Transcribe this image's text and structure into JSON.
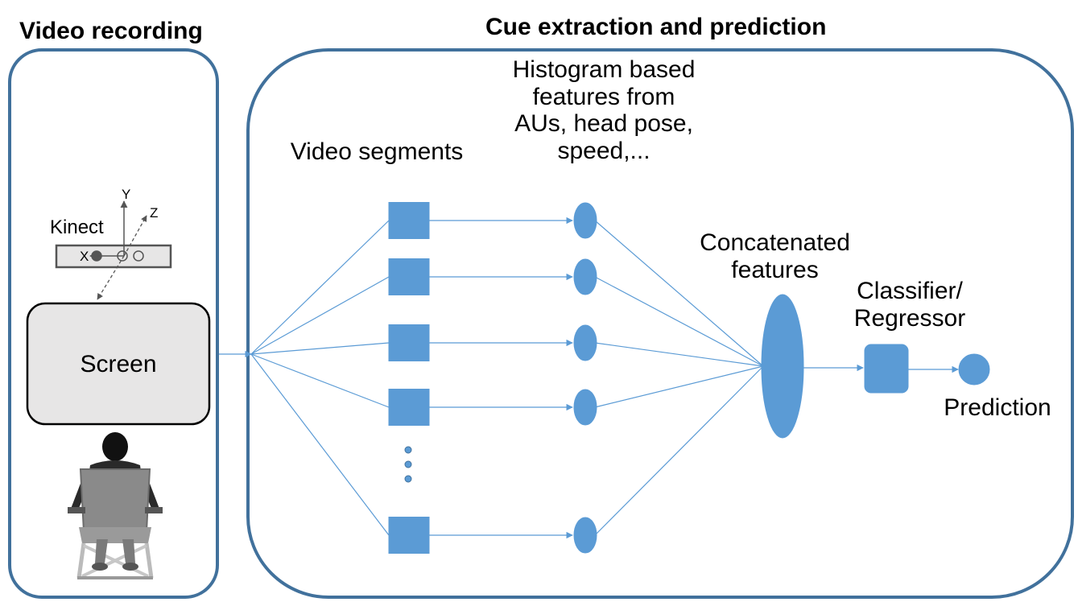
{
  "titles": {
    "left": "Video recording",
    "right": "Cue extraction and prediction"
  },
  "recording": {
    "sensor_label": "Kinect",
    "axes": {
      "y": "Y",
      "z": "Z",
      "x": "X"
    },
    "screen_label": "Screen"
  },
  "pipeline": {
    "segments_label": "Video segments",
    "features_label_lines": [
      "Histogram based",
      "features from",
      "AUs, head pose,",
      "speed,..."
    ],
    "concat_label_lines": [
      "Concatenated",
      "features"
    ],
    "classifier_label_lines": [
      "Classifier/",
      "Regressor"
    ],
    "prediction_label": "Prediction"
  },
  "colors": {
    "frame_border": "#41719c",
    "node_fill": "#5b9bd5",
    "edge": "#5b9bd5",
    "screen_fill": "#e7e6e6"
  },
  "icons": {
    "person": "seated-person-icon",
    "sensor": "kinect-sensor-icon"
  }
}
